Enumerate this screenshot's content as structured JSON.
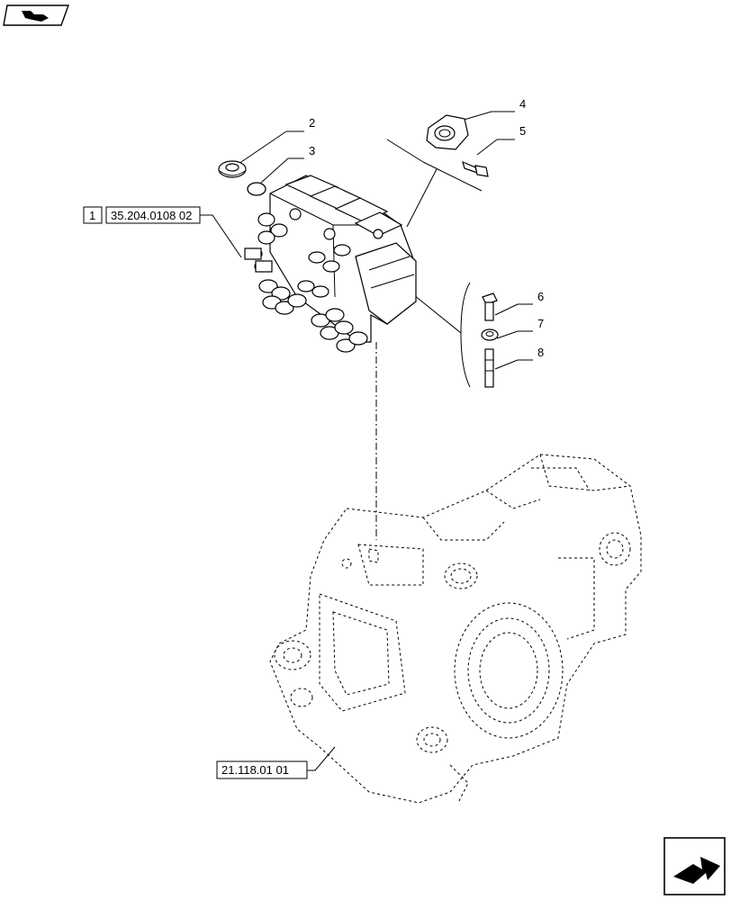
{
  "nav": {
    "top_icon": "page-back-arrow-icon",
    "bottom_icon": "page-forward-arrow-icon"
  },
  "references": {
    "valve_ref_index": "1",
    "valve_ref_code": "35.204.0108 02",
    "housing_ref_code": "21.118.01 01"
  },
  "callouts": {
    "c2": "2",
    "c3": "3",
    "c4": "4",
    "c5": "5",
    "c6": "6",
    "c7": "7",
    "c8": "8"
  }
}
